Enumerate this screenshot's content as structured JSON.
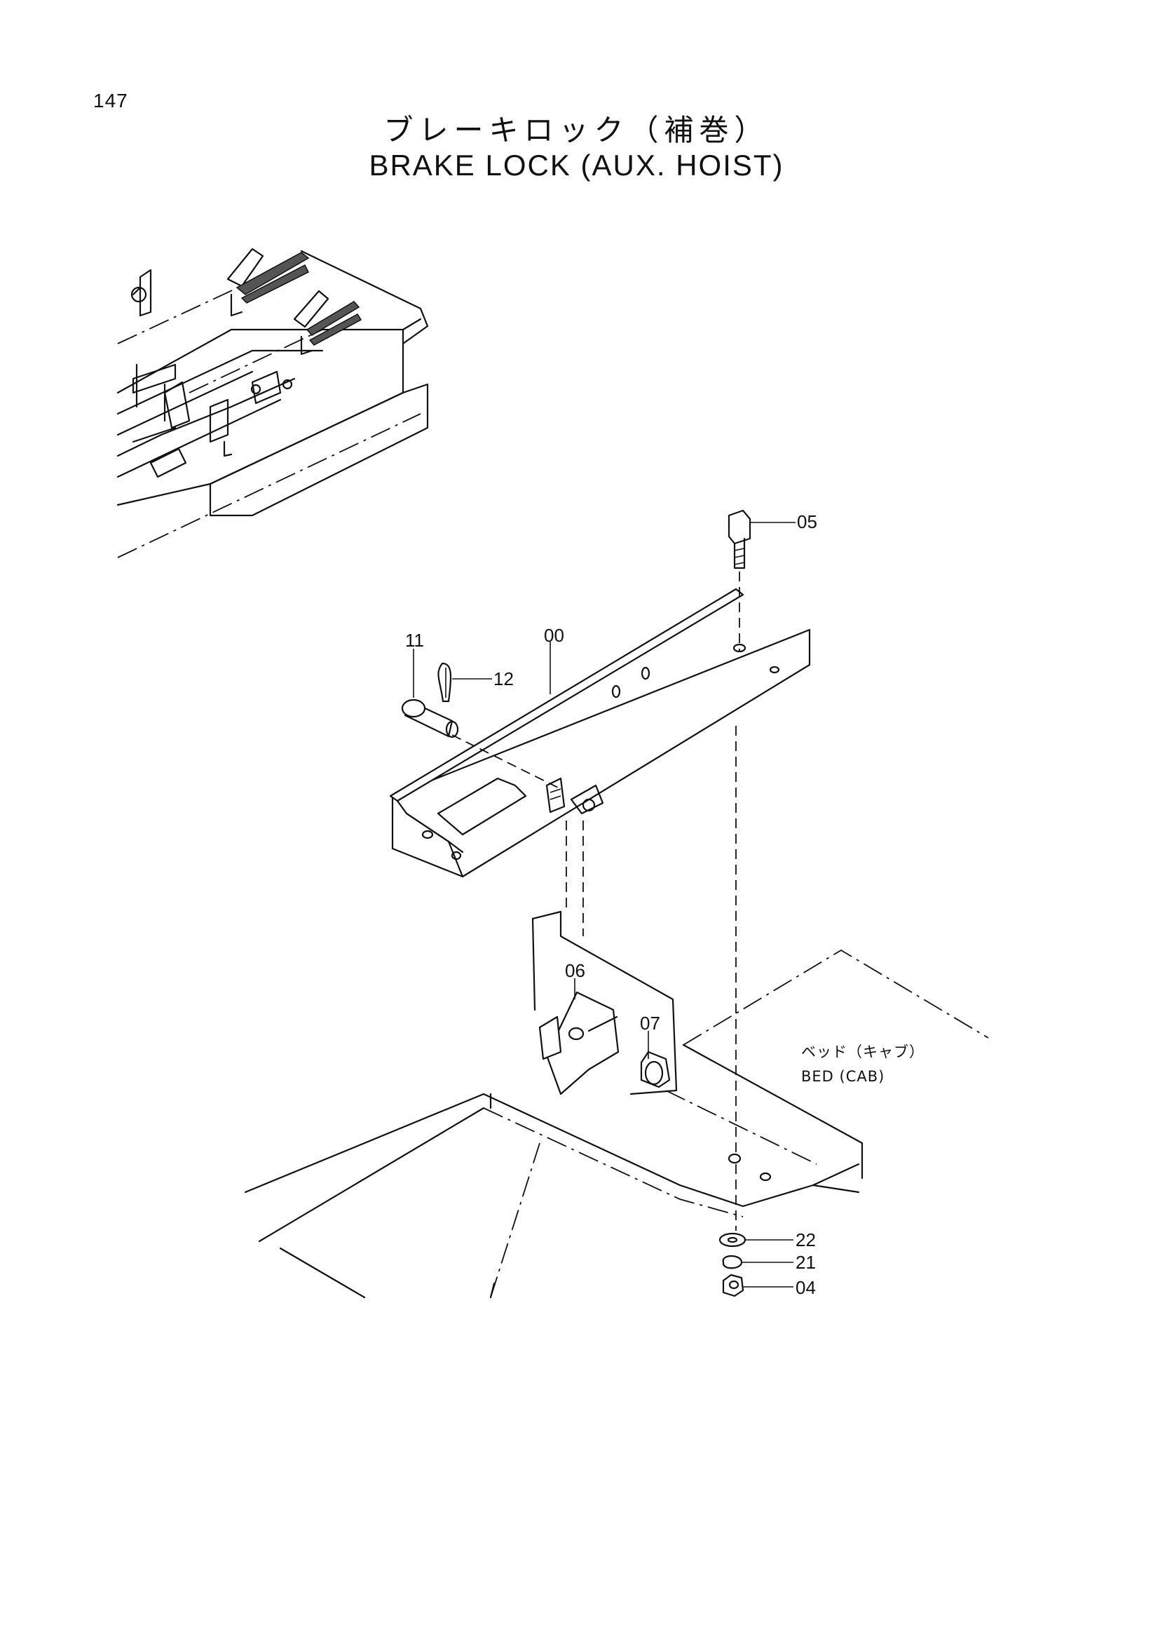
{
  "page_number": "147",
  "title_jp": "ブレーキロック（補巻）",
  "title_en": "BRAKE LOCK (AUX. HOIST)",
  "callouts": {
    "c00": "00",
    "c04": "04",
    "c05": "05",
    "c06": "06",
    "c07": "07",
    "c11": "11",
    "c12": "12",
    "c21": "21",
    "c22": "22"
  },
  "bed_label_jp": "ベッド（キャブ）",
  "bed_label_en": "BED (CAB)"
}
